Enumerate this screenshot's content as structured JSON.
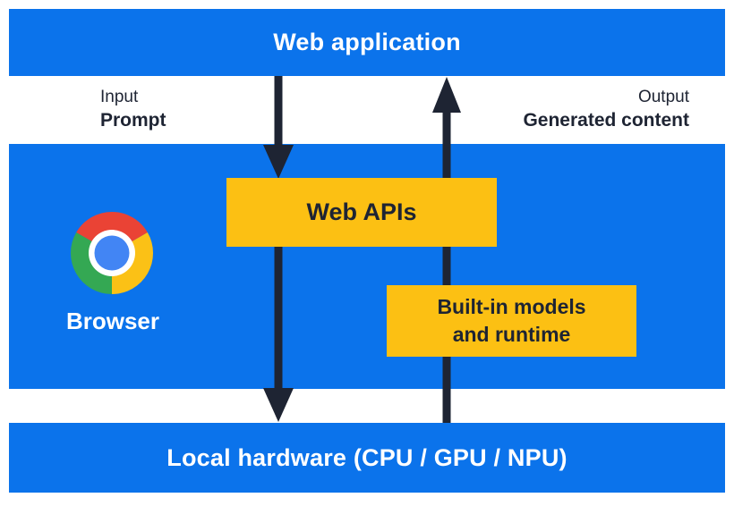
{
  "diagram": {
    "title_bar": {
      "label": "Web application"
    },
    "input_annotation": {
      "kind": "Input",
      "value": "Prompt"
    },
    "output_annotation": {
      "kind": "Output",
      "value": "Generated content"
    },
    "browser": {
      "label": "Browser",
      "icon": "chrome-logo"
    },
    "web_apis_box": {
      "label": "Web APIs"
    },
    "models_box": {
      "line1": "Built-in models",
      "line2": "and runtime"
    },
    "hardware_bar": {
      "label": "Local hardware (CPU / GPU / NPU)"
    },
    "connections": [
      {
        "name": "input-flow",
        "direction": "down",
        "from": "Web application",
        "via": "Web APIs",
        "to": "Local hardware (CPU / GPU / NPU)",
        "carries": "Prompt"
      },
      {
        "name": "output-flow",
        "direction": "up",
        "from": "Local hardware (CPU / GPU / NPU)",
        "via": "Built-in models and runtime",
        "to": "Web application",
        "carries": "Generated content"
      }
    ],
    "colors": {
      "band_blue": "#0b73eb",
      "box_yellow": "#fcc013",
      "ink_navy": "#1e2433",
      "chrome_red": "#ea4335",
      "chrome_yellow": "#fbc116",
      "chrome_green": "#34a853",
      "chrome_blue": "#4285f4"
    }
  }
}
